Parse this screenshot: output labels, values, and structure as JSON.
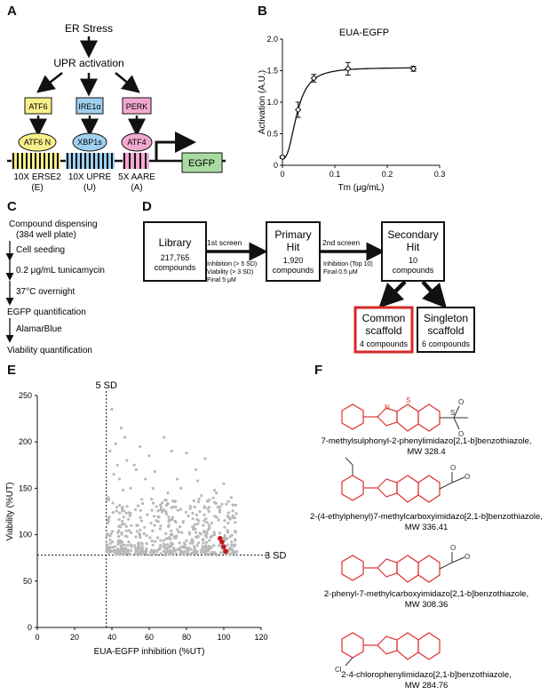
{
  "panels": {
    "A": "A",
    "B": "B",
    "C": "C",
    "D": "D",
    "E": "E",
    "F": "F"
  },
  "panel_a": {
    "er_stress": "ER Stress",
    "upr": "UPR activation",
    "sensors": [
      "ATF6",
      "IRE1α",
      "PERK"
    ],
    "factors": [
      "ATF6 N",
      "XBP1s",
      "ATF4"
    ],
    "elements": [
      {
        "label": "10X ERSE2",
        "abbr": "(E)"
      },
      {
        "label": "10X UPRE",
        "abbr": "(U)"
      },
      {
        "label": "5X AARE",
        "abbr": "(A)"
      }
    ],
    "reporter": "EGFP",
    "colors": {
      "atf6": "#f7ef8a",
      "ire1": "#9fd0f0",
      "perk": "#f2a9cf",
      "egfp": "#a8dba0"
    }
  },
  "panel_c": {
    "steps": [
      "Compound dispensing",
      "(384 well plate)",
      "Cell seeding",
      "0.2 μg/mL tunicamycin",
      "37°C overnight",
      "EGFP quantification",
      "AlamarBlue",
      "Viability quantification"
    ]
  },
  "panel_d": {
    "library": {
      "title": "Library",
      "count": "217,765",
      "unit": "compounds"
    },
    "screen1": {
      "title": "1st screen",
      "lines": [
        "Inhibition (> 5 SD)",
        "Viability (> 3 SD)",
        "Final 5 μM"
      ]
    },
    "primary": {
      "title1": "Primary",
      "title2": "Hit",
      "count": "1,920",
      "unit": "compounds"
    },
    "screen2": {
      "title": "2nd screen",
      "lines": [
        "Inhibition (Top 10)",
        "Final 0.5 μM"
      ]
    },
    "secondary": {
      "title1": "Secondary",
      "title2": "Hit",
      "count": "10",
      "unit": "compounds"
    },
    "common": {
      "title1": "Common",
      "title2": "scaffold",
      "count": "4 compounds"
    },
    "singleton": {
      "title1": "Singleton",
      "title2": "scaffold",
      "count": "6 compounds"
    },
    "accent": "#d62828"
  },
  "panel_f": {
    "compounds": [
      {
        "name": "7-methylsulphonyl-2-phenylimidazo[2,1-b]benzothiazole,",
        "mw": "MW 328.4"
      },
      {
        "name": "2-(4-ethylphenyl)7-methylcarboxyimidazo[2,1-b]benzothiazole,",
        "mw": "MW 336.41"
      },
      {
        "name": "2-phenyl-7-methylcarboxyimidazo[2,1-b]benzothiazole,",
        "mw": "MW 308.36"
      },
      {
        "name": "2-4-chlorophenylimidazo[2,1-b]benzothiazole,",
        "mw": "MW 284.76"
      }
    ],
    "atoms": {
      "N": "N",
      "S": "S",
      "O": "O",
      "Cl": "Cl"
    },
    "ring_color": "#e03030"
  },
  "chart_data": [
    {
      "type": "line",
      "title": "EUA-EGFP",
      "xlabel": "Tm (μg/mL)",
      "ylabel": "Activation (A.U.)",
      "xlim": [
        0,
        0.3
      ],
      "ylim": [
        0,
        2.0
      ],
      "xticks": [
        "0",
        "0.1",
        "0.2",
        "0.3"
      ],
      "yticks": [
        "0",
        "0.5",
        "1.0",
        "1.5",
        "2.0"
      ],
      "points": [
        {
          "x": 0.0,
          "y": 0.13,
          "err": 0.02
        },
        {
          "x": 0.03,
          "y": 0.88,
          "err": 0.12
        },
        {
          "x": 0.06,
          "y": 1.38,
          "err": 0.06
        },
        {
          "x": 0.125,
          "y": 1.53,
          "err": 0.1
        },
        {
          "x": 0.25,
          "y": 1.53,
          "err": 0.04
        }
      ],
      "fit": {
        "bottom": 0.1,
        "top": 1.55,
        "ec50": 0.028,
        "hill": 2.5
      }
    },
    {
      "type": "scatter",
      "xlabel": "EUA-EGFP inhibition (%UT)",
      "ylabel": "Viability (%UT)",
      "xlim": [
        0,
        120
      ],
      "ylim": [
        0,
        250
      ],
      "xticks": [
        "0",
        "20",
        "40",
        "60",
        "80",
        "100",
        "120"
      ],
      "yticks": [
        "0",
        "50",
        "100",
        "150",
        "200",
        "250"
      ],
      "threshold_x": {
        "value": 37,
        "label": "5 SD"
      },
      "threshold_y": {
        "value": 78,
        "label": "3 SD"
      },
      "series": [
        {
          "color": "#b8b8b8",
          "points": [
            [
              40,
              235
            ],
            [
              42,
              198
            ],
            [
              47,
              205
            ],
            [
              55,
              195
            ],
            [
              60,
              185
            ],
            [
              68,
              205
            ],
            [
              45,
              215
            ],
            [
              52,
              175
            ],
            [
              72,
              190
            ],
            [
              80,
              188
            ],
            [
              85,
              170
            ],
            [
              58,
              160
            ],
            [
              63,
              168
            ],
            [
              90,
              182
            ],
            [
              77,
              150
            ],
            [
              95,
              148
            ],
            [
              100,
              155
            ],
            [
              104,
              140
            ],
            [
              50,
              150
            ],
            [
              44,
              160
            ],
            [
              70,
              145
            ],
            [
              88,
              142
            ],
            [
              98,
              130
            ],
            [
              56,
              138
            ],
            [
              66,
              132
            ],
            [
              82,
              128
            ],
            [
              92,
              125
            ],
            [
              102,
              120
            ],
            [
              39,
              190
            ],
            [
              41,
              165
            ],
            [
              43,
              175
            ],
            [
              48,
              180
            ],
            [
              53,
              170
            ],
            [
              62,
              150
            ],
            [
              75,
              160
            ],
            [
              86,
              158
            ],
            [
              96,
              145
            ],
            [
              105,
              132
            ],
            [
              106,
              118
            ],
            [
              38,
              140
            ],
            [
              46,
              148
            ],
            [
              74,
              136
            ]
          ]
        },
        {
          "color": "#c0181f",
          "points": [
            [
              98,
              96
            ],
            [
              99,
              92
            ],
            [
              100,
              87
            ],
            [
              101,
              82
            ]
          ]
        }
      ]
    }
  ]
}
